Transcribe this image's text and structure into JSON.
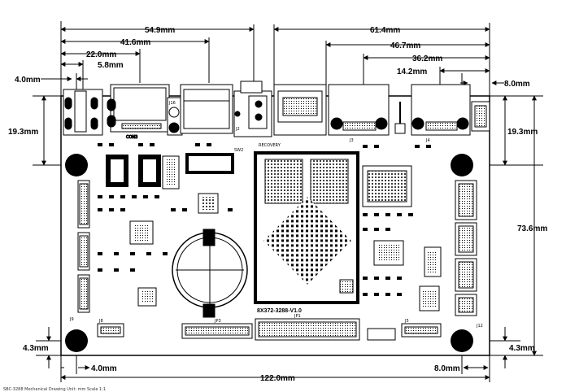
{
  "dimensions": {
    "top_left": [
      "54.9mm",
      "41.6mm",
      "22.0mm",
      "5.8mm"
    ],
    "top_right": [
      "61.4mm",
      "46.7mm",
      "36.2mm",
      "14.2mm"
    ],
    "left_offset": "4.0mm",
    "right_offset": "8.0mm",
    "left_height": "19.3mm",
    "right_height": "19.3mm",
    "total_height": "73.6mm",
    "bottom_left_hole": "4.3mm",
    "bottom_right_hole": "4.3mm",
    "bottom_left_offset": "4.0mm",
    "bottom_right_offset": "8.0mm",
    "total_width": "122.0mm"
  },
  "board": {
    "model": "8X372-3288-V1.0",
    "connectors": {
      "con3": "CON3",
      "j16": "J16",
      "j2": "J2",
      "j3": "J3",
      "j4": "J4",
      "sw2": "SW2",
      "recovery": "RECOVERY",
      "jp3": "JP3",
      "jp1": "JP1",
      "j5": "J5",
      "j12": "J12",
      "j8": "J8",
      "j9": "J9"
    }
  },
  "footer_text": "SBC-3288 Mechanical Drawing  Unit: mm  Scale 1:1"
}
